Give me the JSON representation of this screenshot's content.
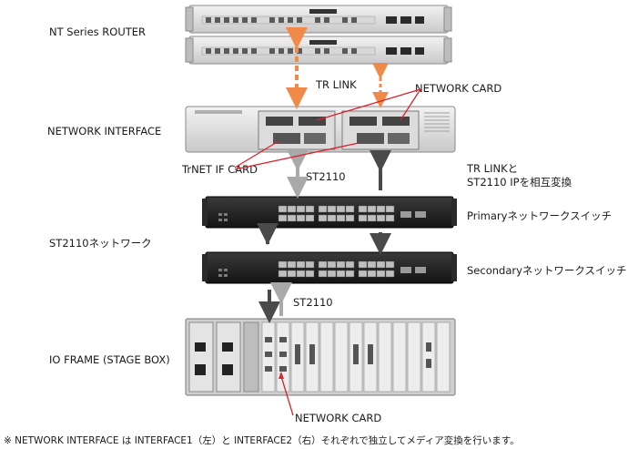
{
  "labels": {
    "router": "NT Series ROUTER",
    "network_interface": "NETWORK INTERFACE",
    "st2110_network": "ST2110ネットワーク",
    "io_frame": "IO FRAME (STAGE BOX)",
    "tr_link": "TR LINK",
    "network_card_top": "NETWORK CARD",
    "trnet_if_card": "TrNET IF CARD",
    "st2110_upper": "ST2110",
    "conversion_line1": "TR LINKと",
    "conversion_line2": "ST2110 IPを相互変換",
    "primary_switch": "Primaryネットワークスイッチ",
    "secondary_switch": "Secondaryネットワークスイッチ",
    "st2110_lower": "ST2110",
    "network_card_bottom": "NETWORK CARD"
  },
  "footnote": "※ NETWORK INTERFACE は INTERFACE1（左）と INTERFACE2（右）それぞれで独立してメディア変換を行います。",
  "colors": {
    "tr_link_arrow": "#f08a4b",
    "st2110_gray_arrow": "#a9a9a9",
    "dark_arrow": "#4a4a4a",
    "callout_red": "#d9232d"
  }
}
